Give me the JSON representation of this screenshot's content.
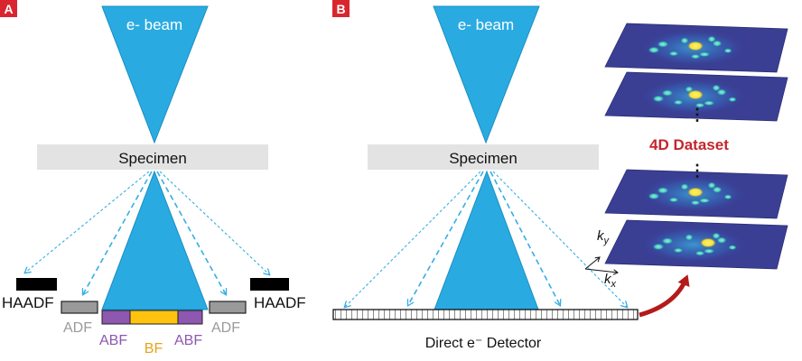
{
  "colors": {
    "beam": "#29abe2",
    "beam_stroke": "#1b8ec2",
    "specimen": "#e3e3e3",
    "panel_badge": "#d9262e",
    "haadf_detector": "#000000",
    "adf_detector": "#9a9a9a",
    "abf_detector": "#8e57b0",
    "bf_detector": "#ffc20e",
    "dataset_text": "#c3262d",
    "arrow": "#b31b1b",
    "scatter_line": "#35aee5",
    "diffraction_bg": "#3a3f94"
  },
  "panel_a": {
    "badge": "A",
    "beam_label": "e- beam",
    "specimen_label": "Specimen",
    "haadf_left": "HAADF",
    "haadf_right": "HAADF",
    "adf_left": "ADF",
    "adf_right": "ADF",
    "abf_left": "ABF",
    "abf_right": "ABF",
    "bf": "BF"
  },
  "panel_b": {
    "badge": "B",
    "beam_label": "e- beam",
    "specimen_label": "Specimen",
    "detector_label": "Direct e⁻ Detector",
    "dataset_label": "4D Dataset",
    "ky_label": "k",
    "ky_sub": "y",
    "kx_label": "k",
    "kx_sub": "x",
    "dots": "⋮"
  },
  "diffraction_layers": 4
}
